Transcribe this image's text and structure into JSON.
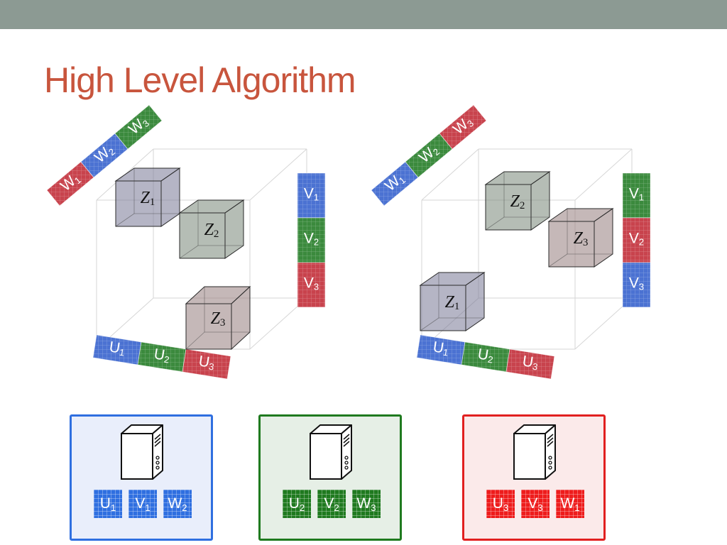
{
  "slide": {
    "title": "High Level Algorithm"
  },
  "colors": {
    "blue": "#4b72d2",
    "green": "#3b8a3d",
    "red": "#c8434d",
    "panel_blue_border": "#2f6fe0",
    "panel_green_border": "#1f7a1f",
    "panel_red_border": "#e12020",
    "title": "#c8553d",
    "topbar": "#8c9a93"
  },
  "diagrams": [
    {
      "w_strip": [
        {
          "letter": "W",
          "sub": "1",
          "color": "red"
        },
        {
          "letter": "W",
          "sub": "2",
          "color": "blue"
        },
        {
          "letter": "W",
          "sub": "3",
          "color": "green"
        }
      ],
      "v_strip": [
        {
          "letter": "V",
          "sub": "1",
          "color": "blue"
        },
        {
          "letter": "V",
          "sub": "2",
          "color": "green"
        },
        {
          "letter": "V",
          "sub": "3",
          "color": "red"
        }
      ],
      "u_strip": [
        {
          "letter": "U",
          "sub": "1",
          "color": "blue"
        },
        {
          "letter": "U",
          "sub": "2",
          "color": "green"
        },
        {
          "letter": "U",
          "sub": "3",
          "color": "red"
        }
      ],
      "cubes": [
        {
          "letter": "Z",
          "sub": "1",
          "tint": "blue"
        },
        {
          "letter": "Z",
          "sub": "2",
          "tint": "green"
        },
        {
          "letter": "Z",
          "sub": "3",
          "tint": "red"
        }
      ]
    },
    {
      "w_strip": [
        {
          "letter": "W",
          "sub": "1",
          "color": "blue"
        },
        {
          "letter": "W",
          "sub": "2",
          "color": "green"
        },
        {
          "letter": "W",
          "sub": "3",
          "color": "red"
        }
      ],
      "v_strip": [
        {
          "letter": "V",
          "sub": "1",
          "color": "green"
        },
        {
          "letter": "V",
          "sub": "2",
          "color": "red"
        },
        {
          "letter": "V",
          "sub": "3",
          "color": "blue"
        }
      ],
      "u_strip": [
        {
          "letter": "U",
          "sub": "1",
          "color": "blue"
        },
        {
          "letter": "U",
          "sub": "2",
          "color": "green"
        },
        {
          "letter": "U",
          "sub": "3",
          "color": "red"
        }
      ],
      "cubes": [
        {
          "letter": "Z",
          "sub": "2",
          "tint": "green"
        },
        {
          "letter": "Z",
          "sub": "3",
          "tint": "red"
        },
        {
          "letter": "Z",
          "sub": "1",
          "tint": "blue"
        }
      ]
    }
  ],
  "machines": [
    {
      "icon": "server-icon",
      "theme": "blue",
      "blocks": [
        {
          "letter": "U",
          "sub": "1"
        },
        {
          "letter": "V",
          "sub": "1"
        },
        {
          "letter": "W",
          "sub": "2"
        }
      ]
    },
    {
      "icon": "server-icon",
      "theme": "green",
      "blocks": [
        {
          "letter": "U",
          "sub": "2"
        },
        {
          "letter": "V",
          "sub": "2"
        },
        {
          "letter": "W",
          "sub": "3"
        }
      ]
    },
    {
      "icon": "server-icon",
      "theme": "red",
      "blocks": [
        {
          "letter": "U",
          "sub": "3"
        },
        {
          "letter": "V",
          "sub": "3"
        },
        {
          "letter": "W",
          "sub": "1"
        }
      ]
    }
  ]
}
